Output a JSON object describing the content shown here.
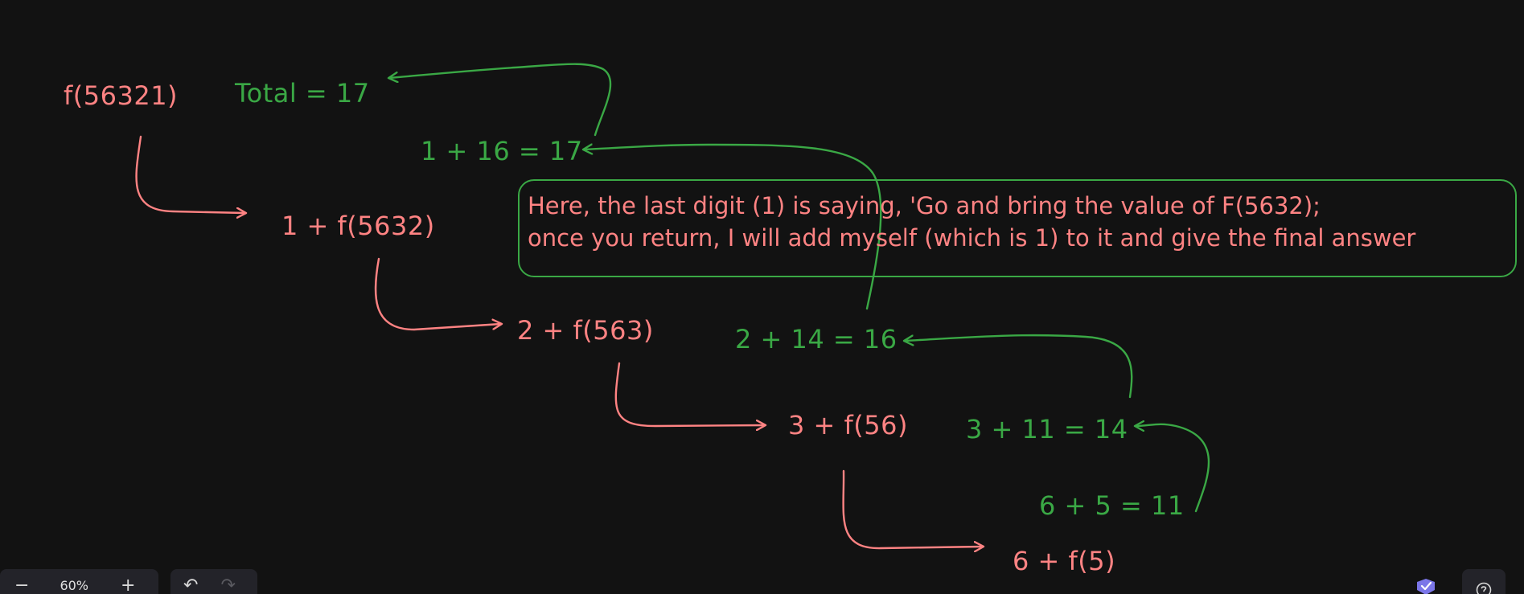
{
  "steps": {
    "f0": "f(56321)",
    "f1": "1 + f(5632)",
    "f2": "2 + f(563)",
    "f3": "3 + f(56)",
    "f4": "6 + f(5)"
  },
  "returns": {
    "total": "Total = 17",
    "r1": "1 + 16 = 17",
    "r2": "2 + 14 = 16",
    "r3": "3 + 11 = 14",
    "r4": "6 + 5 = 11"
  },
  "note": {
    "line1": "Here, the last digit (1) is saying, 'Go and bring the value of F(5632);",
    "line2": "once you return, I will add myself (which is 1) to it and give the final answer"
  },
  "toolbar": {
    "zoom_out": "−",
    "zoom_level": "60%",
    "zoom_in": "+",
    "undo": "↶",
    "redo": "↷"
  },
  "colors": {
    "background": "#121212",
    "call": "#ff8383",
    "return": "#3aa845",
    "toolbar": "#232329"
  }
}
